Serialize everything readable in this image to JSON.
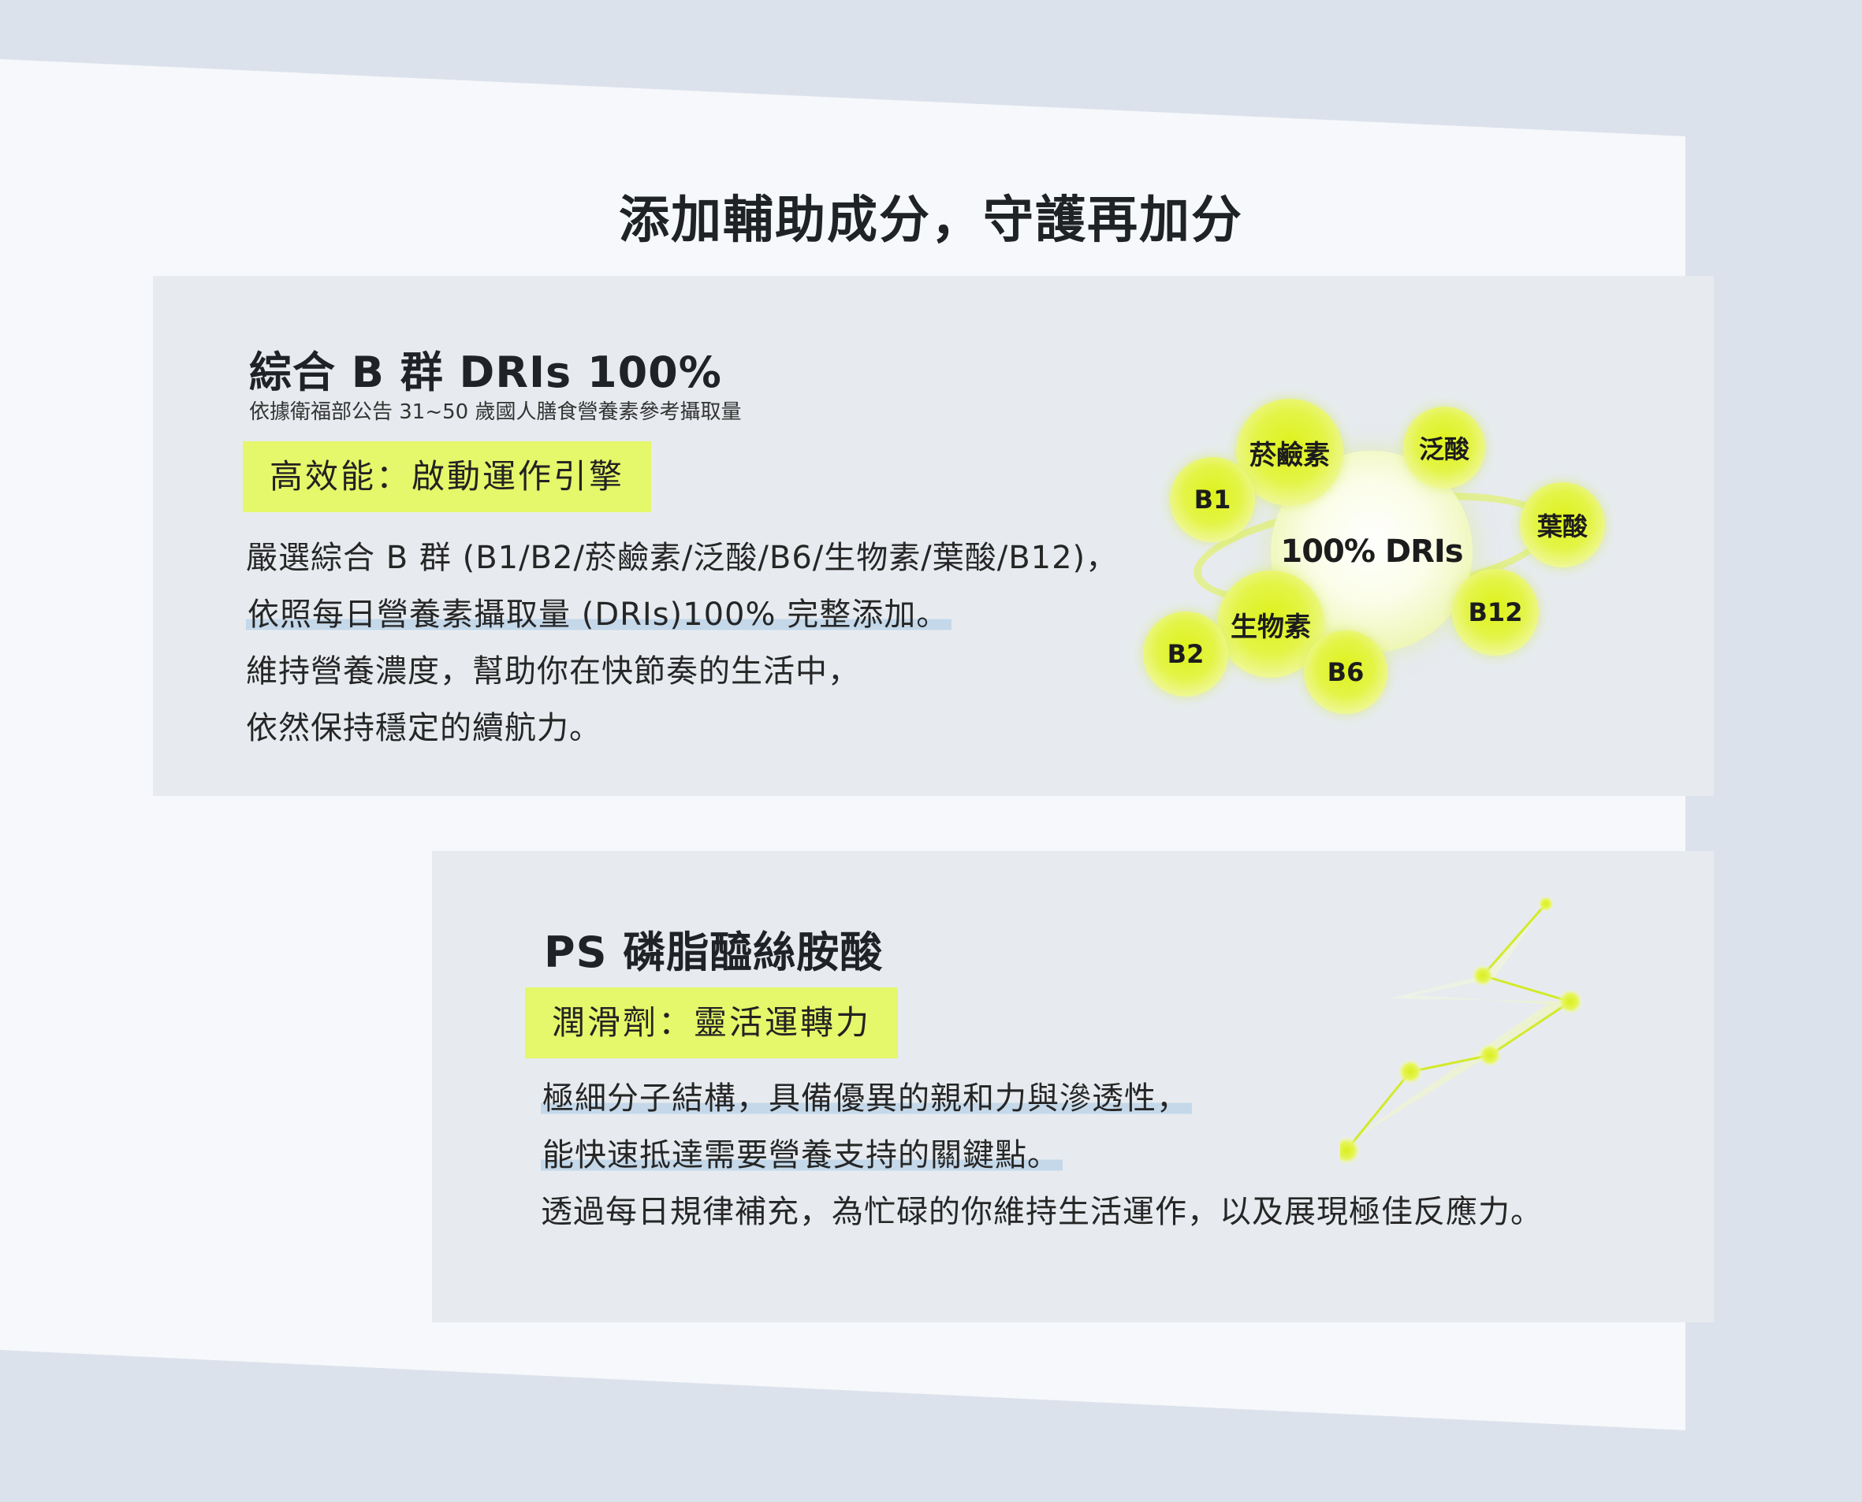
{
  "page": {
    "title": "添加輔助成分，守護再加分"
  },
  "b_complex": {
    "title": "綜合 B 群  DRIs 100%",
    "subtitle": "依據衛福部公告 31~50 歲國人膳食營養素參考攝取量",
    "tag": "高效能：啟動運作引擎",
    "lines": [
      "嚴選綜合 B 群 (B1/B2/菸鹼素/泛酸/B6/生物素/葉酸/B12)，",
      "依照每日營養素攝取量 (DRIs)100% 完整添加。",
      "維持營養濃度，幫助你在快節奏的生活中，",
      "依然保持穩定的續航力。"
    ],
    "diagram": {
      "core": "100% DRIs",
      "nodes": [
        "菸鹼素",
        "泛酸",
        "B1",
        "葉酸",
        "B12",
        "生物素",
        "B2",
        "B6"
      ]
    }
  },
  "ps": {
    "title": "PS 磷脂醯絲胺酸",
    "tag": "潤滑劑：靈活運轉力",
    "lines": [
      "極細分子結構，具備優異的親和力與滲透性，",
      "能快速抵達需要營養支持的關鍵點。",
      "透過每日規律補充，為忙碌的你維持生活運作，以及展現極佳反應力。"
    ]
  },
  "colors": {
    "accent_lime": "#e5f76a",
    "highlight_blue": "#c4d8ea",
    "card_bg": "#e7ebef",
    "page_bg": "#dce2eb"
  }
}
